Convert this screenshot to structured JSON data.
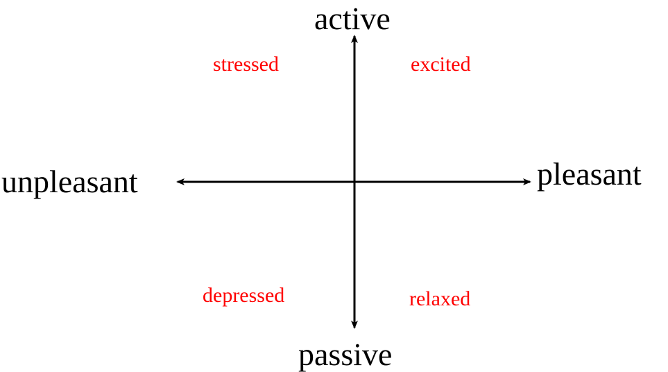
{
  "axes": {
    "top": "active",
    "bottom": "passive",
    "left": "unpleasant",
    "right": "pleasant"
  },
  "quadrants": {
    "top_left": "stressed",
    "top_right": "excited",
    "bottom_left": "depressed",
    "bottom_right": "relaxed"
  },
  "colors": {
    "axis": "#000000",
    "quadrant_text": "#ff0000"
  }
}
